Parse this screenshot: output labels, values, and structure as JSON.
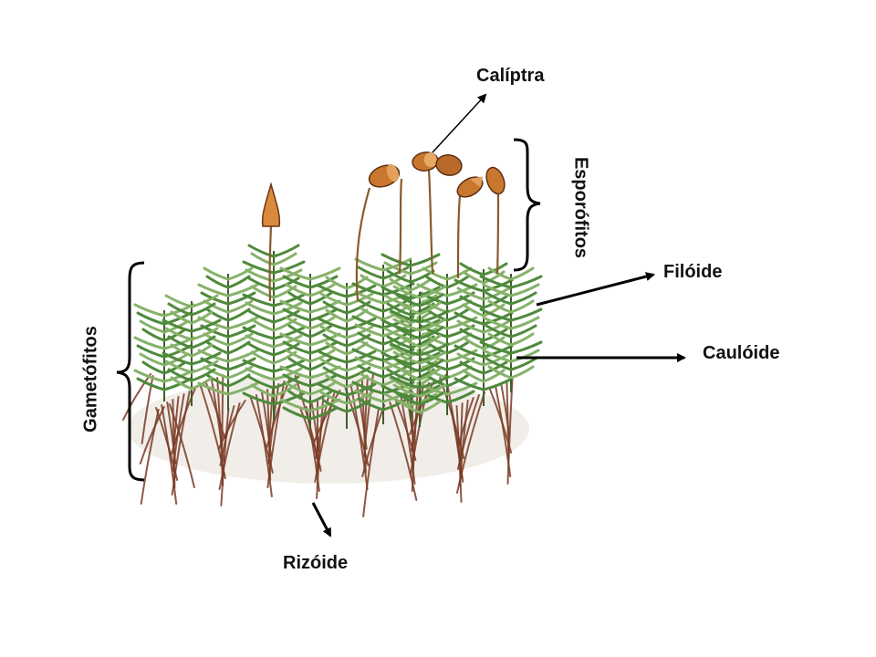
{
  "labels": {
    "caliptra": "Calíptra",
    "esporofitos": "Esporófitos",
    "filoide": "Filóide",
    "cauloide": "Caulóide",
    "rizoide": "Rizóide",
    "gametofitos": "Gametófitos"
  },
  "colors": {
    "leaf_green": "#4f8a3c",
    "leaf_light": "#86b26a",
    "rhizoid_brown": "#7a3b24",
    "capsule_orange": "#c9772f",
    "arrow": "#000000"
  },
  "illustration": "moss-plant"
}
